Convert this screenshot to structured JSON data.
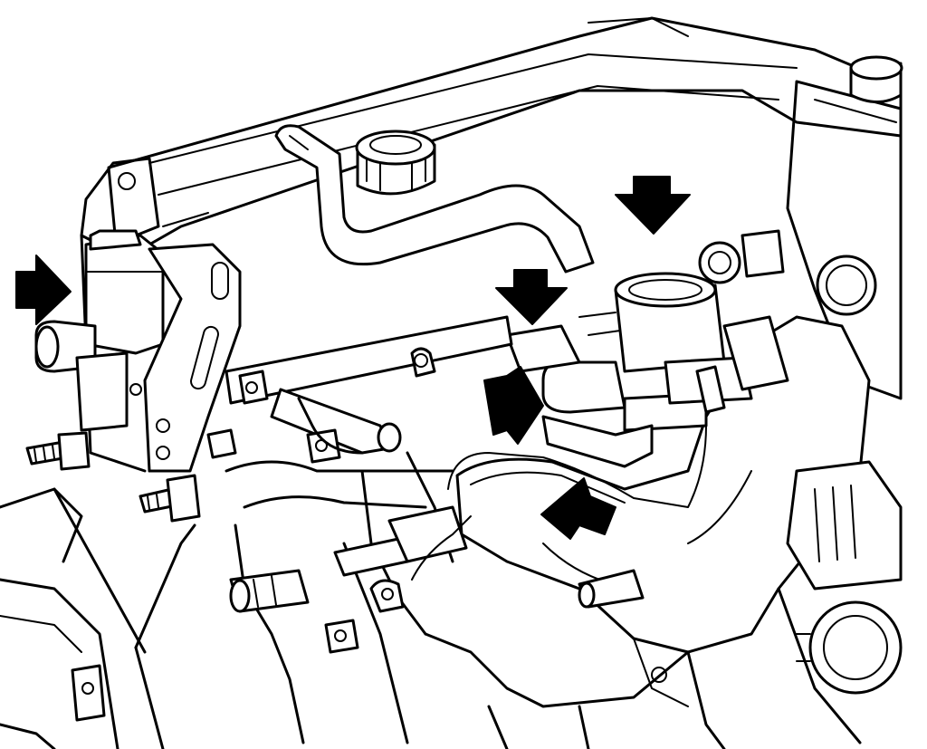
{
  "diagram": {
    "subject": "engine-intake-illustration",
    "callouts": [
      {
        "name": "callout-arrow-left",
        "icon": "arrow-right-icon"
      },
      {
        "name": "callout-arrow-top-right",
        "icon": "arrow-down-icon"
      },
      {
        "name": "callout-arrow-center",
        "icon": "arrow-down-icon"
      },
      {
        "name": "callout-arrow-throttle",
        "icon": "arrow-down-right-icon"
      },
      {
        "name": "callout-arrow-lower",
        "icon": "arrow-up-left-icon"
      }
    ],
    "colors": {
      "line": "#000000",
      "background": "#ffffff"
    }
  }
}
